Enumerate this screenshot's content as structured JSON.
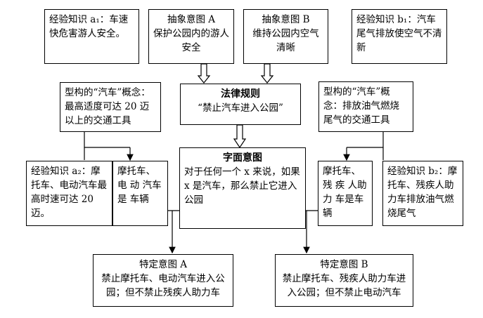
{
  "boxes": {
    "exp_a1": "经验知识 a₁：车速快危害游人安全。",
    "intent_a": {
      "title": "抽象意图 A",
      "text": "保护公园内的游人安全"
    },
    "intent_b": {
      "title": "抽象意图 B",
      "text": "维持公园内空气清晰"
    },
    "exp_b1": "经验知识 b₁：汽车尾气排放使空气不清新",
    "concept_left": "型构的“汽车”概念：最高适度可达 20 迈以上的交通工具",
    "law_rule": {
      "title": "法律规则",
      "text": "“禁止汽车进入公园”"
    },
    "concept_right": "型构的“汽车”概念：排放油气燃烧尾气的交通工具",
    "exp_a2": "经验知识 a₂：摩托车、电动汽车最高时速可达 20 迈。",
    "vehicle_left": "摩托车、电 动 汽车 是 车辆",
    "literal": {
      "title": "字面意图",
      "text": "对于任何一个 x 来说，如果 x 是汽车，那么禁止它进入公园"
    },
    "vehicle_right": "摩托车、残 疾 人助 力 车是车辆",
    "exp_b2": "经验知识 b₂：摩托车、残疾人助力车排放油气燃烧尾气",
    "specific_a": {
      "title": "特定意图 A",
      "text": "禁止摩托车、电动汽车进入公园；但不禁止残疾人助力车"
    },
    "specific_b": {
      "title": "特定意图 B",
      "text": "禁止摩托车、残疾人助力车进入公园；但不禁止电动汽车"
    }
  }
}
